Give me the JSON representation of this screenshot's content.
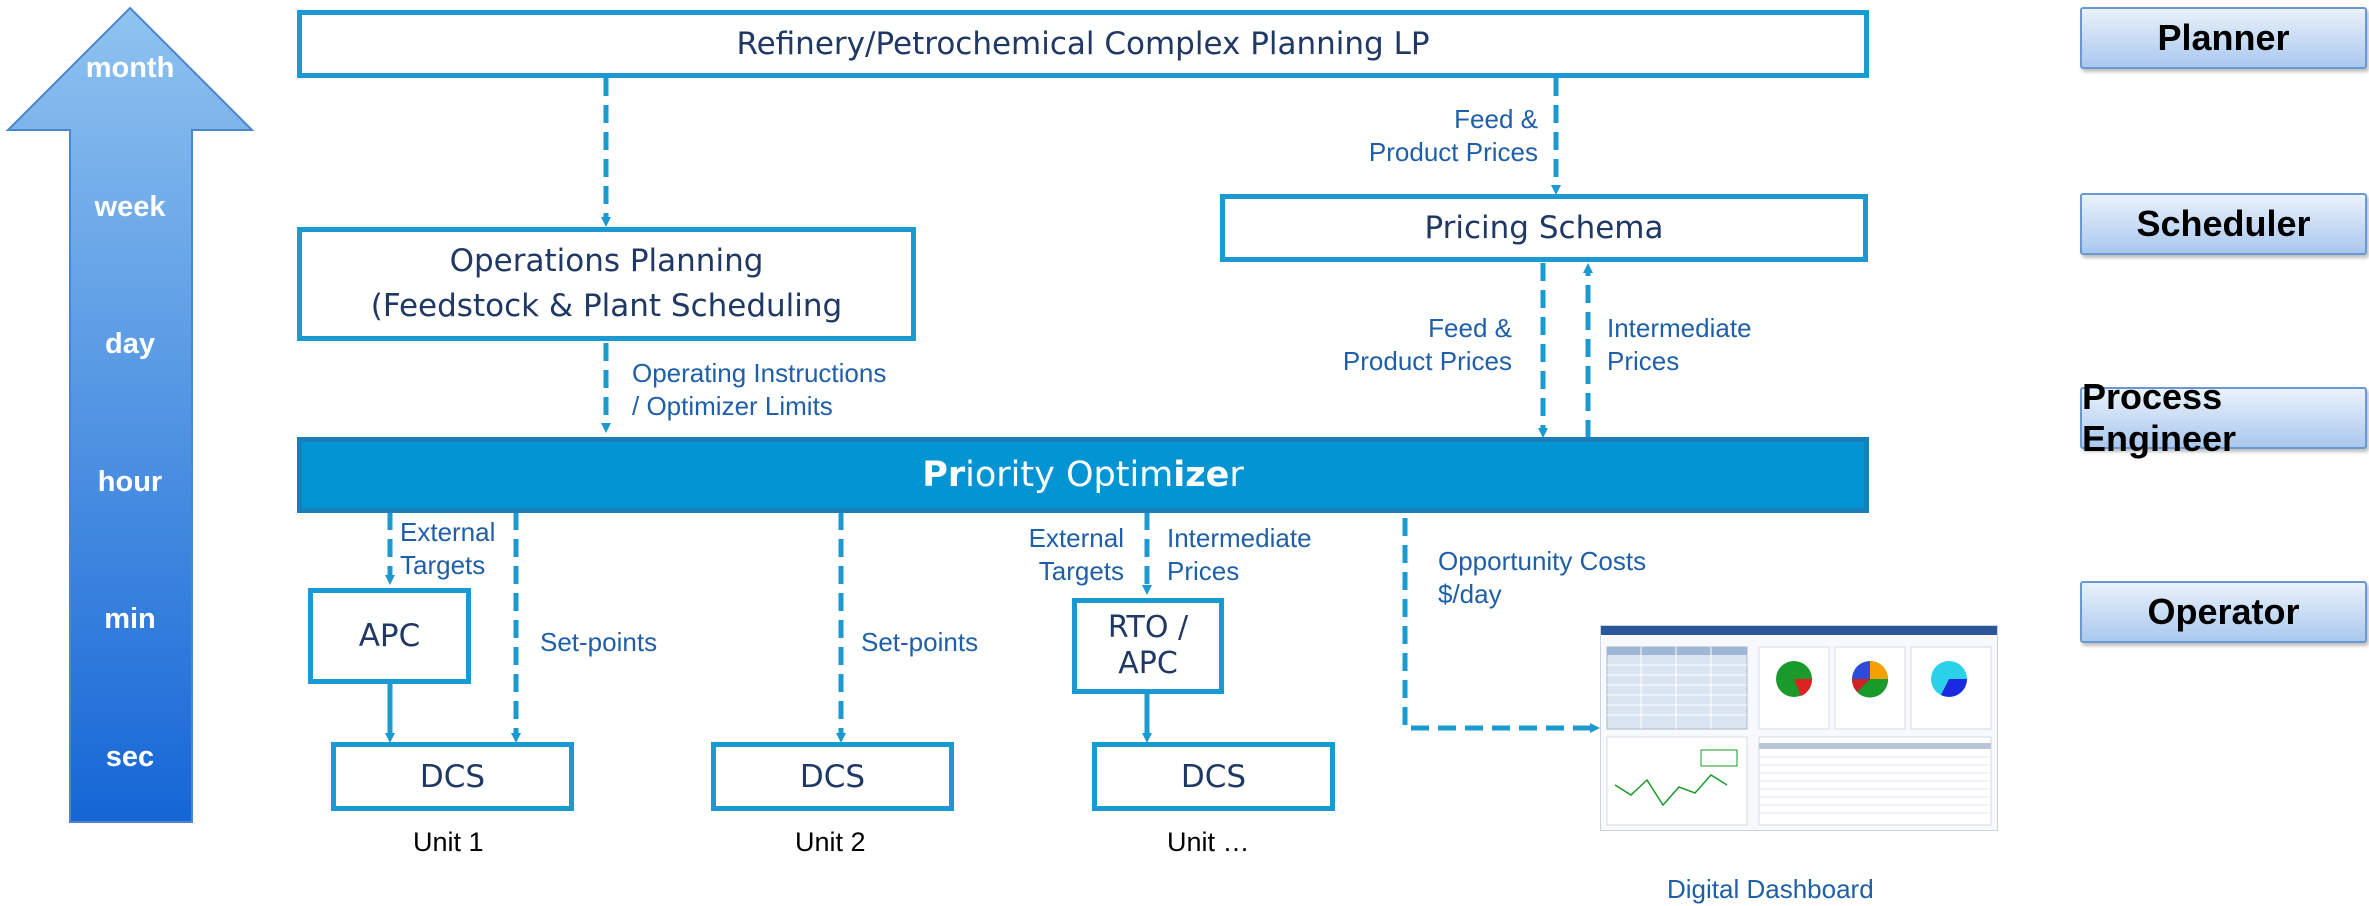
{
  "time_scale": {
    "ticks": [
      "month",
      "week",
      "day",
      "hour",
      "min",
      "sec"
    ]
  },
  "roles": [
    "Planner",
    "Scheduler",
    "Process Engineer",
    "Operator"
  ],
  "boxes": {
    "planning_lp": "Refinery/Petrochemical Complex Planning LP",
    "ops_planning_line1": "Operations Planning",
    "ops_planning_line2": "(Feedstock & Plant Scheduling",
    "pricing_schema": "Pricing Schema",
    "optimizer_bold1": "Pr",
    "optimizer_text1": "iority Optim",
    "optimizer_bold2": "ize",
    "optimizer_text2": "r",
    "apc": "APC",
    "rto_line1": "RTO /",
    "rto_line2": "APC",
    "dcs": [
      "DCS",
      "DCS",
      "DCS"
    ]
  },
  "units": [
    "Unit 1",
    "Unit 2",
    "Unit …"
  ],
  "labels": {
    "feed_prices_top_1": "Feed &",
    "feed_prices_top_2": "Product Prices",
    "feed_prices_mid_1": "Feed &",
    "feed_prices_mid_2": "Product Prices",
    "intermediate_prices_1": "Intermediate",
    "intermediate_prices_2": "Prices",
    "operating_instructions_1": "Operating Instructions",
    "operating_instructions_2": "/ Optimizer Limits",
    "ext_targets_1a": "External",
    "ext_targets_1b": "Targets",
    "setpoints_1": "Set-points",
    "setpoints_2": "Set-points",
    "ext_targets_3a": "External",
    "ext_targets_3b": "Targets",
    "intermediate_prices_3a": "Intermediate",
    "intermediate_prices_3b": "Prices",
    "opportunity_costs_1": "Opportunity Costs",
    "opportunity_costs_2": "$/day",
    "digital_dashboard": "Digital Dashboard"
  },
  "colors": {
    "accent": "#1a9ad1",
    "optimizer_fill": "#0394d4",
    "label_text": "#1f5fa8",
    "arrow_top": "#8fc3f0",
    "arrow_bottom": "#1566d6"
  }
}
